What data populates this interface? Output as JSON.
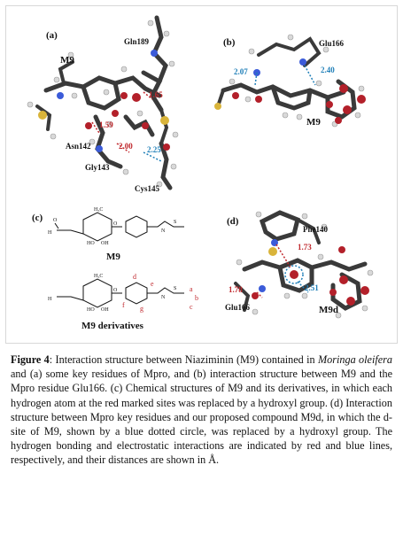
{
  "panels": {
    "a": {
      "label": "(a)",
      "molecule": "M9",
      "residues": [
        "Gln189",
        "Asn142",
        "Gly143",
        "Cys145"
      ],
      "distances_red": [
        "1.65",
        "1.59",
        "2.00"
      ],
      "distances_blue": [
        "2.25"
      ]
    },
    "b": {
      "label": "(b)",
      "molecule": "M9",
      "residues": [
        "Glu166"
      ],
      "distances_blue": [
        "2.07",
        "2.40"
      ]
    },
    "c": {
      "label": "(c)",
      "molecule_top": "M9",
      "molecule_bottom": "M9 derivatives",
      "sites": [
        "a",
        "b",
        "c",
        "d",
        "e",
        "f",
        "g"
      ]
    },
    "d": {
      "label": "(d)",
      "molecule": "M9d",
      "residues": [
        "Phe140",
        "Glu166"
      ],
      "distances_red": [
        "1.73",
        "1.78"
      ],
      "distances_blue": [
        "2.51"
      ]
    }
  },
  "caption": {
    "figure_label": "Figure 4",
    "p1": ": Interaction structure between Niaziminin (M9) contained in ",
    "species": "Moringa oleifera",
    "p2": " and (a) some key residues of Mpro, and (b) interaction structure between M9 and the Mpro residue Glu166. (c) Chemical structures of M9 and its derivatives, in which each hydrogen atom at the red marked sites was replaced by a hydroxyl group. (d) Interaction structure between Mpro key residues and our proposed compound M9d, in which the d-site of M9, shown by a blue dotted circle, was replaced by a hydroxyl group. The hydrogen bonding and electrostatic interactions are indicated by red and blue lines, respectively, and their distances are shown in Å."
  },
  "colors": {
    "carbon": "#3a3a3a",
    "hydrogen": "#d9d9d9",
    "oxygen": "#b3202a",
    "nitrogen": "#3b5bd9",
    "sulfur": "#d9b43a",
    "hbond": "#c0282d",
    "electrostatic": "#1f7fb8"
  }
}
